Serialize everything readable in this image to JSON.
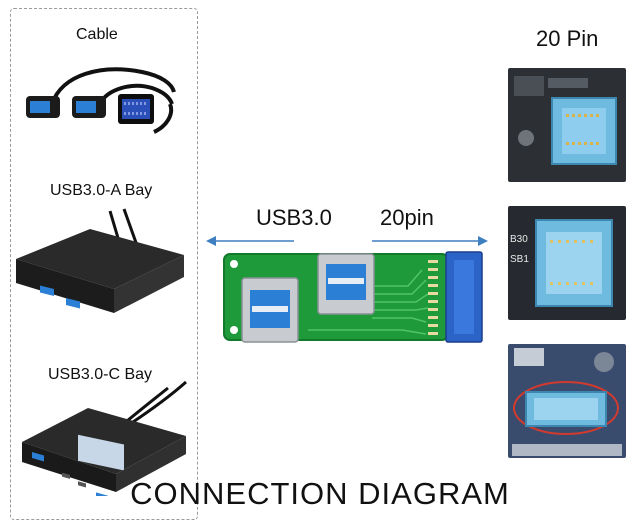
{
  "left_panel": {
    "items": [
      {
        "label": "Cable"
      },
      {
        "label": "USB3.0-A Bay"
      },
      {
        "label": "USB3.0-C Bay"
      }
    ]
  },
  "center": {
    "usb_label": "USB3.0",
    "pin_label": "20pin"
  },
  "right_panel": {
    "heading": "20 Pin",
    "silkscreen_1": "B30",
    "silkscreen_2": "SB1"
  },
  "footer": {
    "title": "CONNECTION DIAGRAM"
  },
  "colors": {
    "pcb_green": "#1f9a3a",
    "usb_blue": "#2b7fd4",
    "header_light_blue": "#6fbbe0",
    "arrow_blue": "#3e7fc0"
  }
}
